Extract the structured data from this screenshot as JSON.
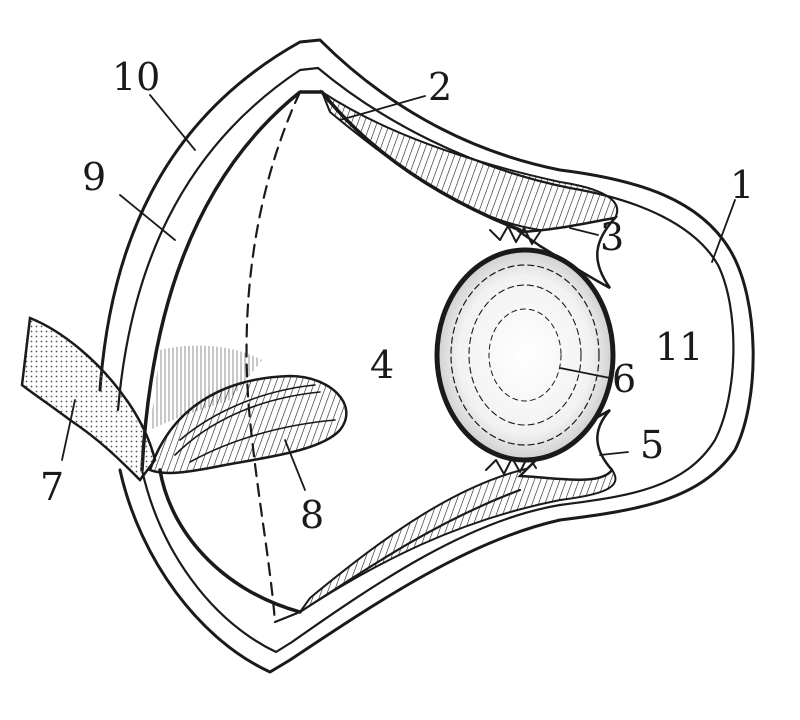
{
  "diagram": {
    "labels": {
      "l1": "1",
      "l2": "2",
      "l3": "3",
      "l4": "4",
      "l5": "5",
      "l6": "6",
      "l7": "7",
      "l8": "8",
      "l9": "9",
      "l10": "10",
      "l11": "11"
    },
    "colors": {
      "ink": "#1a1a1a",
      "paper": "#ffffff",
      "shade": "#bdbdbd"
    }
  }
}
